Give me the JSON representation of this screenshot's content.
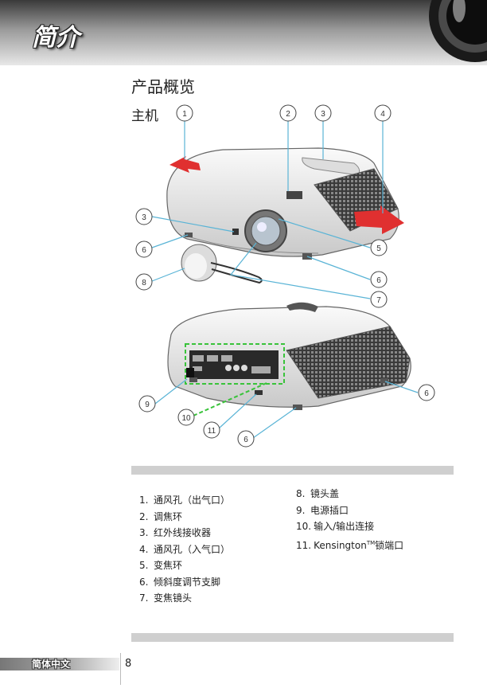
{
  "header": {
    "title": "简介"
  },
  "section": {
    "title": "产品概览",
    "subtitle": "主机"
  },
  "callouts": {
    "c1": "1",
    "c2": "2",
    "c3a": "3",
    "c4": "4",
    "c3b": "3",
    "c6a": "6",
    "c5": "5",
    "c8": "8",
    "c6b": "6",
    "c7": "7",
    "c9": "9",
    "c6c": "6",
    "c10": "10",
    "c11": "11",
    "c6d": "6"
  },
  "parts_left": [
    {
      "num": "1.",
      "label": "通风孔（出气口）"
    },
    {
      "num": "2.",
      "label": "调焦环"
    },
    {
      "num": "3.",
      "label": "红外线接收器"
    },
    {
      "num": "4.",
      "label": "通风孔（入气口）"
    },
    {
      "num": "5.",
      "label": "变焦环"
    },
    {
      "num": "6.",
      "label": "倾斜度调节支脚"
    },
    {
      "num": "7.",
      "label": "变焦镜头"
    }
  ],
  "parts_right": [
    {
      "num": "8.",
      "label": "镜头盖"
    },
    {
      "num": "9.",
      "label": "电源插口"
    },
    {
      "num": "10.",
      "label": "输入/输出连接"
    },
    {
      "num": "11.",
      "label": "Kensington",
      "tm": "TM",
      "suffix": "锁端口"
    }
  ],
  "footer": {
    "language": "简体中文",
    "page": "8"
  },
  "colors": {
    "arrow": "#e03030",
    "callout_line": "#5ab4d6",
    "port_outline": "#39c33a",
    "bar": "#cfcfcf"
  }
}
